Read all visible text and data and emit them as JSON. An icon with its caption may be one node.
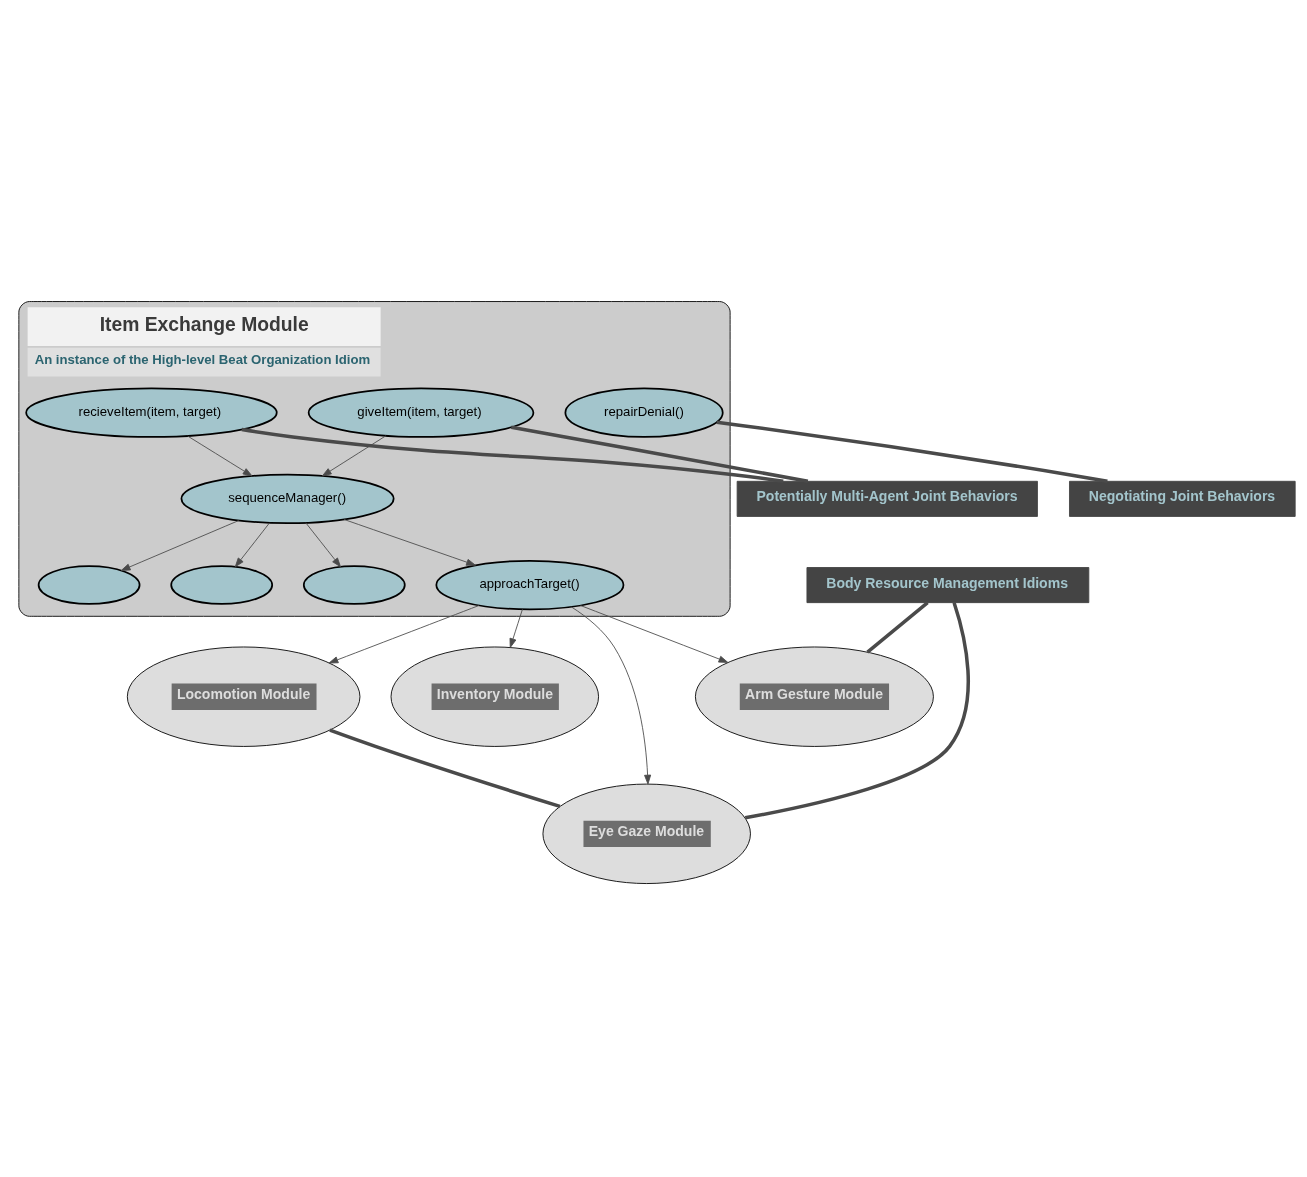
{
  "diagram": {
    "nodes": [
      {
        "text": [
          "Item Exchange Module",
          "An instance of the High-level Beat Organization Idiom"
        ]
      },
      {
        "text": [
          "Potentially Multi-Agent Joint Behaviors"
        ]
      },
      {
        "text": [
          "giveItem(item, target)"
        ],
        "in": 0
      },
      {
        "text": [
          "sequenceManager()"
        ],
        "in": 0
      },
      {
        "text": [
          "recieveItem(item, target)"
        ],
        "in": 0
      },
      {
        "text": [],
        "shape": "ellipse",
        "in": 0
      },
      {
        "text": [
          "repairDenial()"
        ],
        "in": 0
      },
      {
        "text": [],
        "shape": "ellipse",
        "in": 0
      },
      {
        "text": [],
        "shape": "ellipse",
        "in": 0
      },
      {
        "text": [
          "approachTarget()"
        ],
        "in": 0
      },
      {
        "text": [
          "Negotiating Joint Behaviors"
        ]
      },
      {
        "text": [
          "Locomotion Module"
        ]
      },
      {
        "text": [
          "Inventory Module"
        ]
      },
      {
        "text": [
          "Eye Gaze Module"
        ]
      },
      {
        "text": [
          "Arm Gesture Module"
        ]
      },
      {
        "text": [
          "Body Resource Management Idioms"
        ]
      }
    ],
    "edges": [
      {
        "from": 1,
        "to": 2,
        "arrow": "none",
        "style": "thick"
      },
      {
        "from": 1,
        "to": 4,
        "arrow": "none",
        "style": "thick"
      },
      {
        "from": 2,
        "to": 3,
        "arrow": "to"
      },
      {
        "from": 4,
        "to": 3,
        "arrow": "to"
      },
      {
        "from": 3,
        "to": 5,
        "arrow": "to"
      },
      {
        "from": 3,
        "to": 7,
        "arrow": "to"
      },
      {
        "from": 3,
        "to": 8,
        "arrow": "to"
      },
      {
        "from": 3,
        "to": 9,
        "arrow": "to"
      },
      {
        "from": 10,
        "to": 6,
        "arrow": "none",
        "style": "thick"
      },
      {
        "from": 9,
        "to": 11,
        "arrow": "to"
      },
      {
        "from": 9,
        "to": 13,
        "arrow": "to"
      },
      {
        "from": 9,
        "to": 14,
        "arrow": "to"
      },
      {
        "from": 9,
        "to": 12,
        "arrow": "to"
      },
      {
        "from": 11,
        "to": 13,
        "arrow": "none",
        "style": "thick"
      },
      {
        "from": 15,
        "to": 13,
        "arrow": "none",
        "style": "thick"
      },
      {
        "from": 15,
        "to": 14,
        "arrow": "none",
        "style": "thick"
      }
    ]
  }
}
